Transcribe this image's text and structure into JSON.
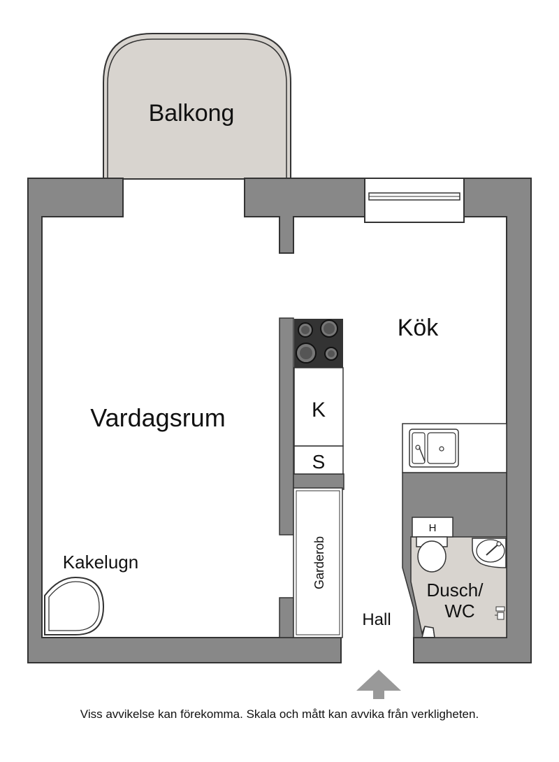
{
  "rooms": {
    "balkong": "Balkong",
    "kok": "Kök",
    "vardagsrum": "Vardagsrum",
    "kakelugn": "Kakelugn",
    "dusch_wc": [
      "Dusch/",
      "WC"
    ],
    "hall": "Hall",
    "garderob": "Garderob"
  },
  "fixtures": {
    "fridge": "K",
    "freezer": "S",
    "water_heater": "H"
  },
  "disclaimer": "Viss avvikelse kan förekomma. Skala och mått kan avvika från verkligheten.",
  "colors": {
    "wall": "#888888",
    "outline": "#333333",
    "balcony": "#d8d4cf",
    "bathroom": "#d8d4cf",
    "stove": "#333333",
    "arrow": "#999999"
  },
  "icons": [
    "entrance-arrow-icon",
    "stove-icon",
    "sink-icon",
    "toilet-icon",
    "washbasin-icon",
    "tiled-stove-icon"
  ]
}
